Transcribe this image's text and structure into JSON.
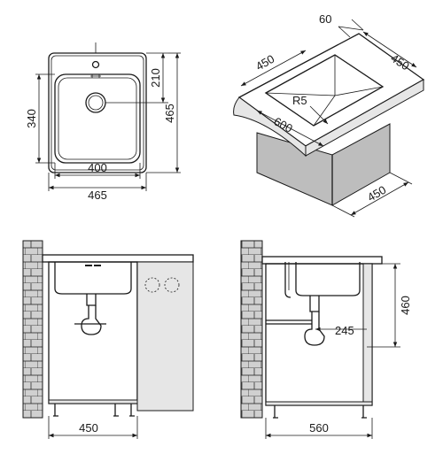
{
  "top_view": {
    "width_outer": "465",
    "width_inner": "400",
    "height_outer": "465",
    "height_inner": "340",
    "depth_offset": "210"
  },
  "iso_view": {
    "edge_top": "60",
    "edge_right": "450",
    "edge_left": "450",
    "length": "600",
    "radius": "R5",
    "cabinet_depth": "450"
  },
  "front_view": {
    "cabinet_width": "450"
  },
  "side_view": {
    "cabinet_width": "560",
    "drain_offset": "245",
    "height": "460"
  }
}
